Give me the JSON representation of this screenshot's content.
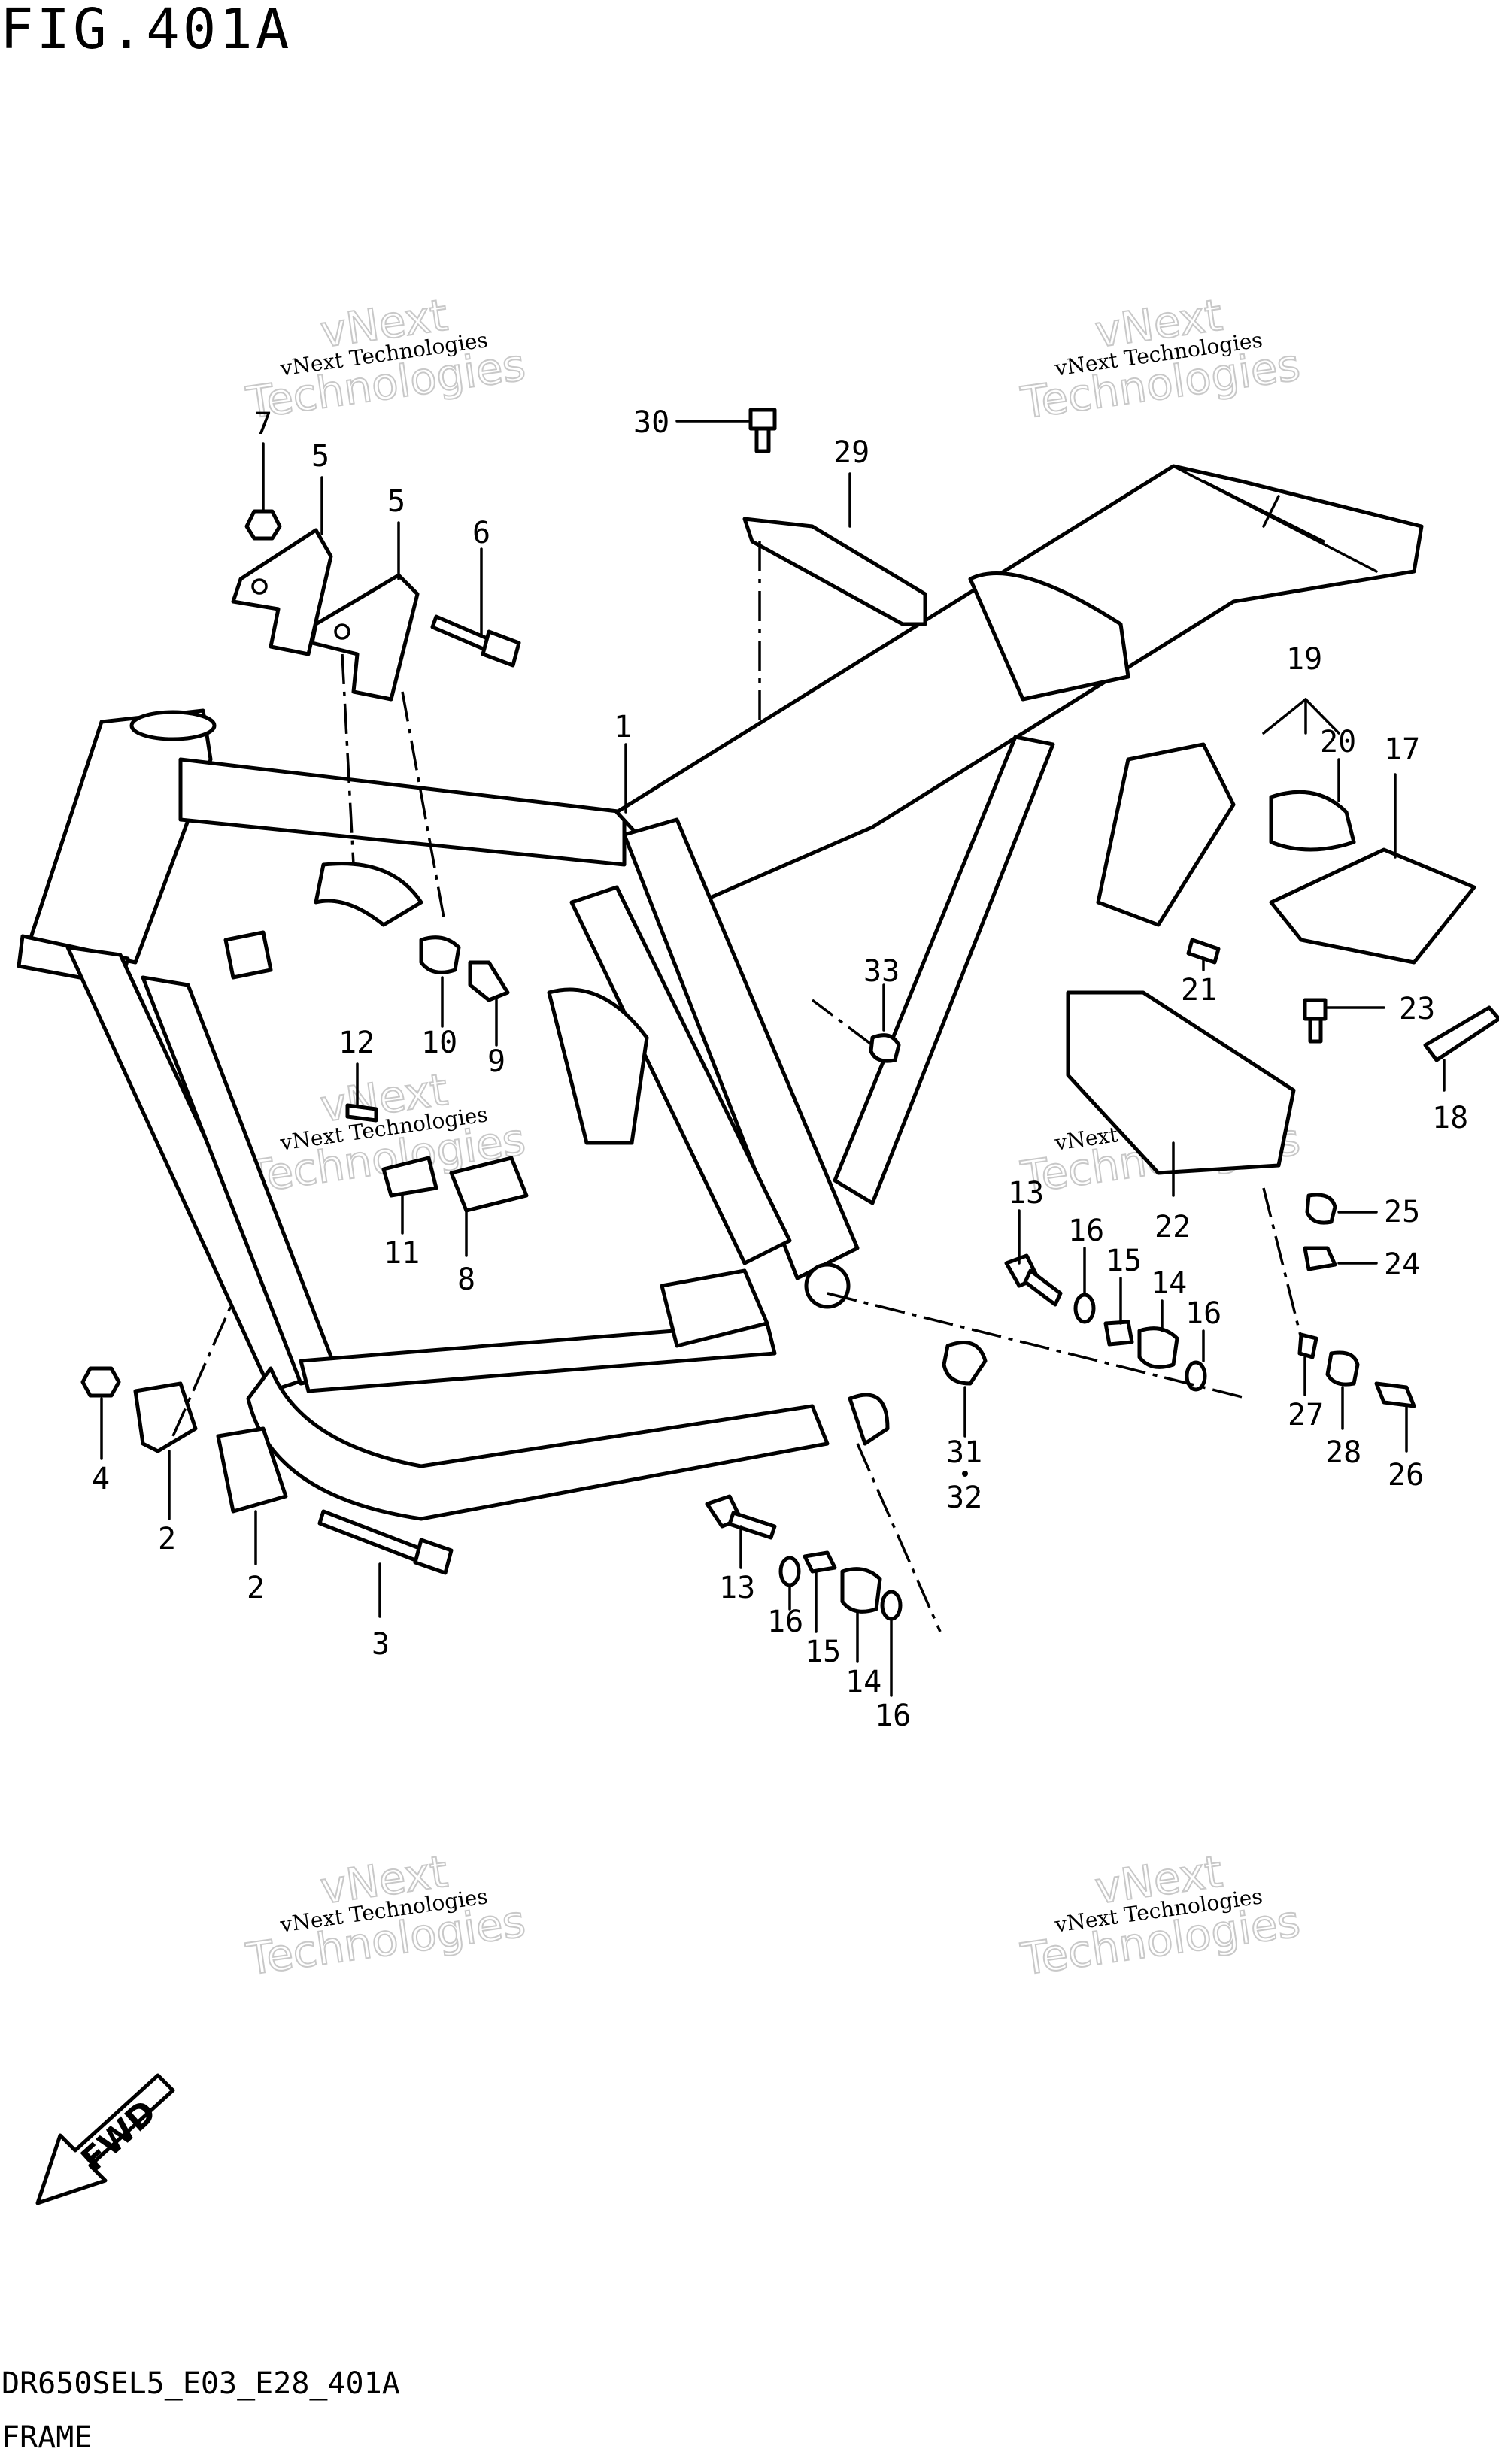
{
  "figure": {
    "title": "FIG.401A",
    "code": "DR650SEL5_E03_E28_401A",
    "name": "FRAME"
  },
  "watermarks": [
    {
      "line1": "vNext Technologies",
      "line2": "vNext",
      "line3": "Technologies"
    },
    {
      "line1": "vNext Technologies",
      "line2": "vNext",
      "line3": "Technologies"
    },
    {
      "line1": "vNext Technologies",
      "line2": "vNext",
      "line3": "Technologies"
    },
    {
      "line1": "vNext Technologies",
      "line2": "vNext",
      "line3": "Technologies"
    },
    {
      "line1": "vNext Technologies",
      "line2": "vNext",
      "line3": "Technologies"
    },
    {
      "line1": "vNext Technologies",
      "line2": "vNext",
      "line3": "Technologies"
    }
  ],
  "fwd_label": "FWD",
  "callouts": {
    "c1": "1",
    "c2a": "2",
    "c2b": "2",
    "c3": "3",
    "c4": "4",
    "c5a": "5",
    "c5b": "5",
    "c6": "6",
    "c7": "7",
    "c8": "8",
    "c9": "9",
    "c10": "10",
    "c11": "11",
    "c12": "12",
    "c13a": "13",
    "c13b": "13",
    "c14a": "14",
    "c14b": "14",
    "c15a": "15",
    "c15b": "15",
    "c16a": "16",
    "c16b": "16",
    "c16c": "16",
    "c16d": "16",
    "c17": "17",
    "c18": "18",
    "c19": "19",
    "c20": "20",
    "c21": "21",
    "c22": "22",
    "c23": "23",
    "c24": "24",
    "c25": "25",
    "c26": "26",
    "c27": "27",
    "c28": "28",
    "c29": "29",
    "c30": "30",
    "c31": "31",
    "c32": "32",
    "c33": "33"
  }
}
